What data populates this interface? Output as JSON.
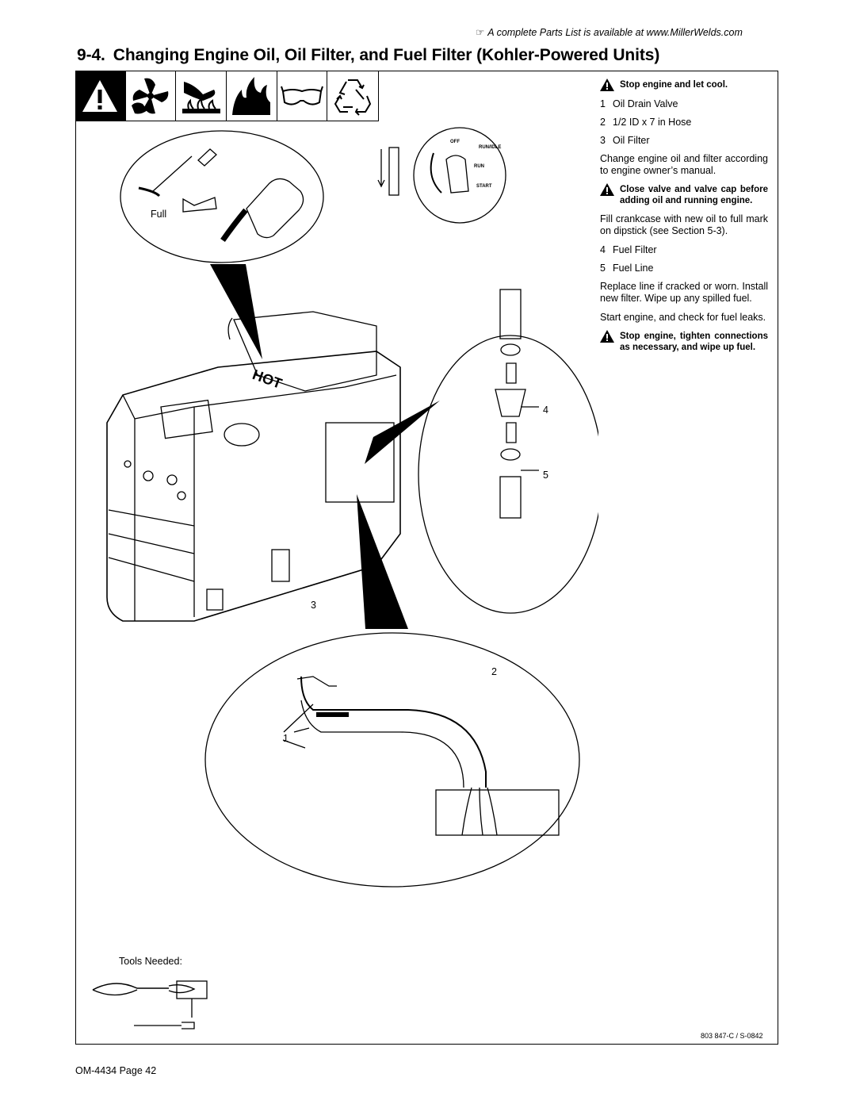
{
  "header": {
    "note_icon": "pointing-hand-icon",
    "note": "A complete Parts List is available at www.MillerWelds.com"
  },
  "section": {
    "number": "9-4.",
    "title": "Changing Engine Oil, Oil Filter, and Fuel Filter (Kohler-Powered Units)"
  },
  "hazard_icons": [
    "warning-icon",
    "moving-parts-icon",
    "hot-surface-icon",
    "fire-icon",
    "safety-glasses-icon",
    "recycle-icon"
  ],
  "instructions": {
    "warning1": "Stop engine and let cool.",
    "items1": [
      {
        "n": "1",
        "text": "Oil Drain Valve"
      },
      {
        "n": "2",
        "text": "1/2 ID x 7 in Hose"
      },
      {
        "n": "3",
        "text": "Oil Filter"
      }
    ],
    "para1": "Change engine oil and filter according to engine owner’s manual.",
    "warning2": "Close valve and valve cap before adding oil and running engine.",
    "para2": "Fill crankcase with new oil to full mark on dipstick (see Section 5-3).",
    "items2": [
      {
        "n": "4",
        "text": "Fuel Filter"
      },
      {
        "n": "5",
        "text": "Fuel Line"
      }
    ],
    "para3": "Replace line if cracked or worn. Install new filter. Wipe up any spilled fuel.",
    "para4": "Start engine, and check for fuel leaks.",
    "warning3": "Stop engine, tighten connections as necessary, and wipe up fuel."
  },
  "figure": {
    "full_label": "Full",
    "switch_labels": {
      "off": "OFF",
      "run_idle": "RUN/IDLE",
      "run": "RUN",
      "start": "START"
    },
    "hot_label": "HOT",
    "callouts": {
      "c1": "1",
      "c2": "2",
      "c3": "3",
      "c4": "4",
      "c5": "5"
    }
  },
  "tools": {
    "label": "Tools Needed:"
  },
  "footer": {
    "part_ref": "803 847-C / S-0842",
    "page": "OM-4434 Page 42"
  }
}
